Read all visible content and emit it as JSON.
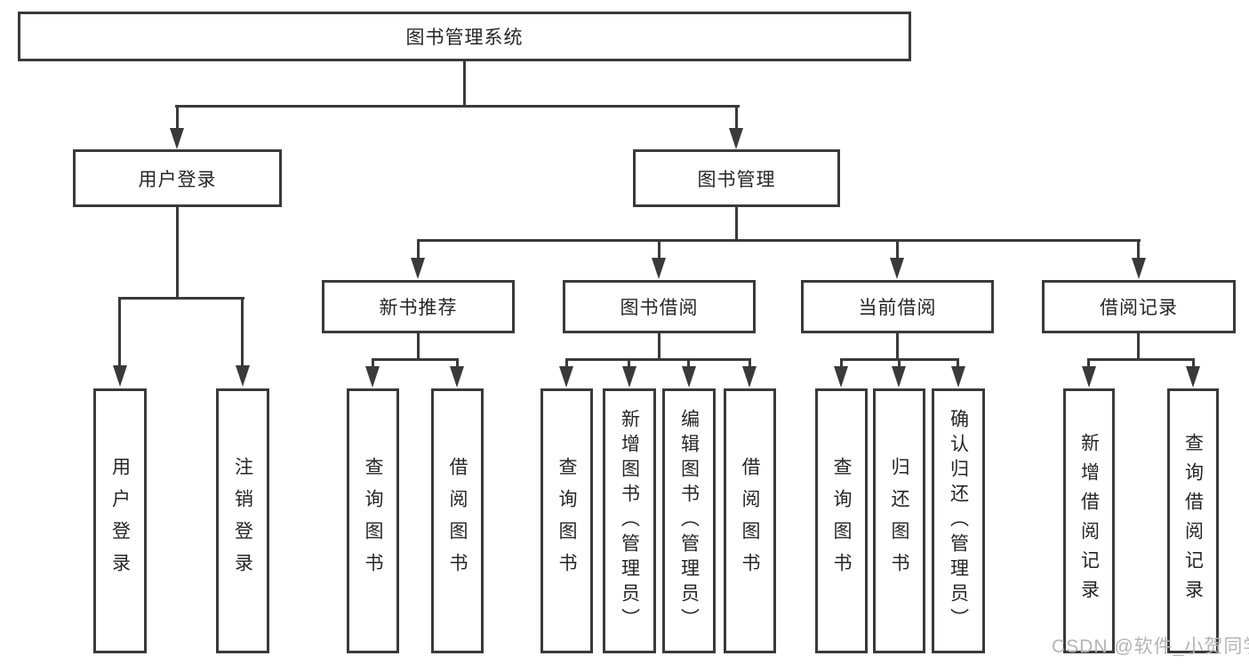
{
  "diagram": {
    "root": {
      "label": "图书管理系统"
    },
    "login": {
      "label": "用户登录",
      "children": [
        {
          "label": "用户登录"
        },
        {
          "label": "注销登录"
        }
      ]
    },
    "mgmt": {
      "label": "图书管理",
      "children": [
        {
          "label": "新书推荐",
          "children": [
            {
              "label": "查询图书"
            },
            {
              "label": "借阅图书"
            }
          ]
        },
        {
          "label": "图书借阅",
          "children": [
            {
              "label": "查询图书"
            },
            {
              "label": "新增图书（管理员）"
            },
            {
              "label": "编辑图书（管理员）"
            },
            {
              "label": "借阅图书"
            }
          ]
        },
        {
          "label": "当前借阅",
          "children": [
            {
              "label": "查询图书"
            },
            {
              "label": "归还图书"
            },
            {
              "label": "确认归还（管理员）"
            }
          ]
        },
        {
          "label": "借阅记录",
          "children": [
            {
              "label": "新增借阅记录"
            },
            {
              "label": "查询借阅记录"
            }
          ]
        }
      ]
    }
  },
  "watermark": {
    "text": "CSDN @软件_小贺同学"
  },
  "colors": {
    "line": "#3a3a3a",
    "text": "#262626",
    "box_bg": "#ffffff",
    "watermark": "#b4b4b4",
    "background": "#ffffff"
  }
}
